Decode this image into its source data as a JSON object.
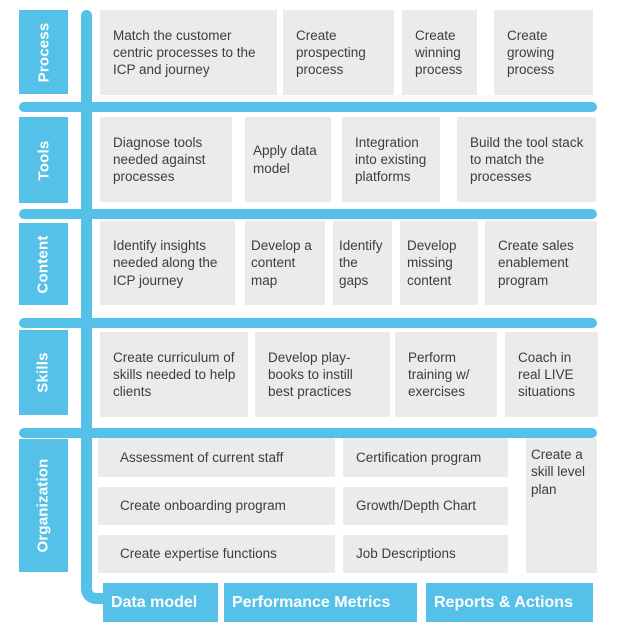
{
  "colors": {
    "accent": "#55c1e8",
    "box_bg": "#ebebeb",
    "box_text": "#3d3d3d",
    "label_text": "#ffffff"
  },
  "sections": [
    {
      "label": "Process",
      "boxes": [
        "Match the customer centric processes to the ICP and journey",
        "Create prospecting process",
        "Create winning process",
        "Create growing process"
      ]
    },
    {
      "label": "Tools",
      "boxes": [
        "Diagnose tools needed against processes",
        "Apply data model",
        "Integration into existing platforms",
        "Build the tool stack to match the processes"
      ]
    },
    {
      "label": "Content",
      "boxes": [
        "Identify insights needed along the ICP journey",
        "Develop a content map",
        "Identify the gaps",
        "Develop missing content",
        "Create sales enablement program"
      ]
    },
    {
      "label": "Skills",
      "boxes": [
        "Create curriculum of skills needed to help clients",
        "Develop play-books to instill best practices",
        "Perform training w/ exercises",
        "Coach in real LIVE situations"
      ]
    },
    {
      "label": "Organization",
      "col1": [
        "Assessment of current staff",
        "Create onboarding program",
        "Create expertise functions"
      ],
      "col2": [
        "Certification program",
        "Growth/Depth Chart",
        "Job Descriptions"
      ],
      "side": "Create a skill level plan"
    }
  ],
  "footer": [
    "Data model",
    "Performance Metrics",
    "Reports & Actions"
  ]
}
